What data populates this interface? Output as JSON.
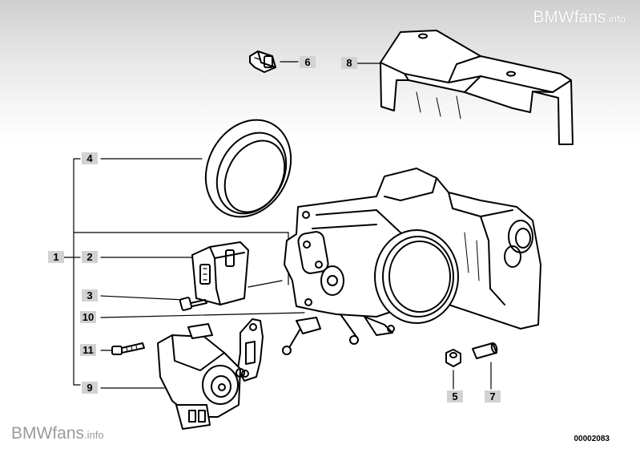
{
  "watermark": {
    "top_brand": "BMWfans",
    "top_suffix": ".info",
    "bottom_brand": "BMWfans",
    "bottom_suffix": ".info"
  },
  "diagram_id": "00002083",
  "callouts": {
    "c1": "1",
    "c2": "2",
    "c3": "3",
    "c4": "4",
    "c5": "5",
    "c6": "6",
    "c7": "7",
    "c8": "8",
    "c9": "9",
    "c10": "10",
    "c11": "11"
  },
  "colors": {
    "line": "#000000",
    "label_bg": "#d2d2d2",
    "header_gradient": "#cfcfcf"
  }
}
